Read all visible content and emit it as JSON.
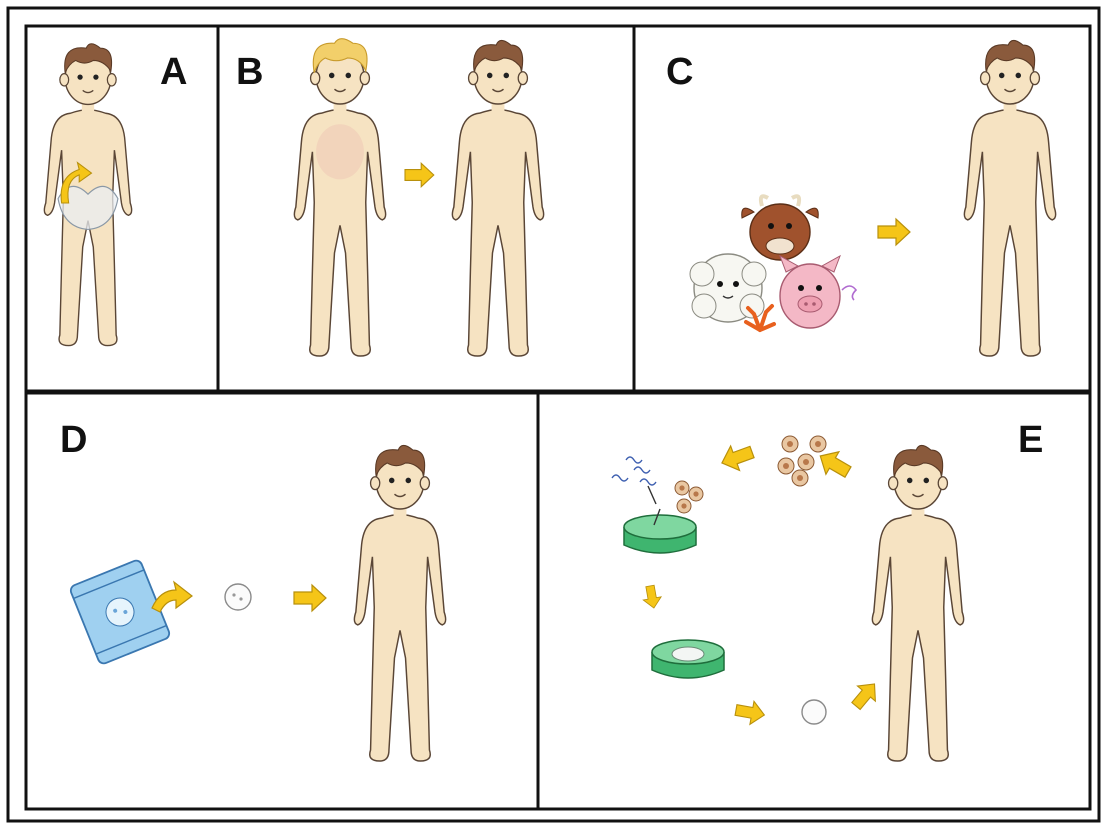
{
  "panels": [
    {
      "id": "A",
      "label": "A"
    },
    {
      "id": "B",
      "label": "B"
    },
    {
      "id": "C",
      "label": "C"
    },
    {
      "id": "D",
      "label": "D"
    },
    {
      "id": "E",
      "label": "E"
    }
  ],
  "colors": {
    "skin": "#f6e3c2",
    "skin_outline": "#5a4636",
    "hair": "#8a5a3c",
    "hair_blond": "#f2cf6a",
    "arrow": "#f5c518",
    "border": "#111111",
    "petri_green": "#3fb56f",
    "cell_brown": "#b8784b"
  }
}
